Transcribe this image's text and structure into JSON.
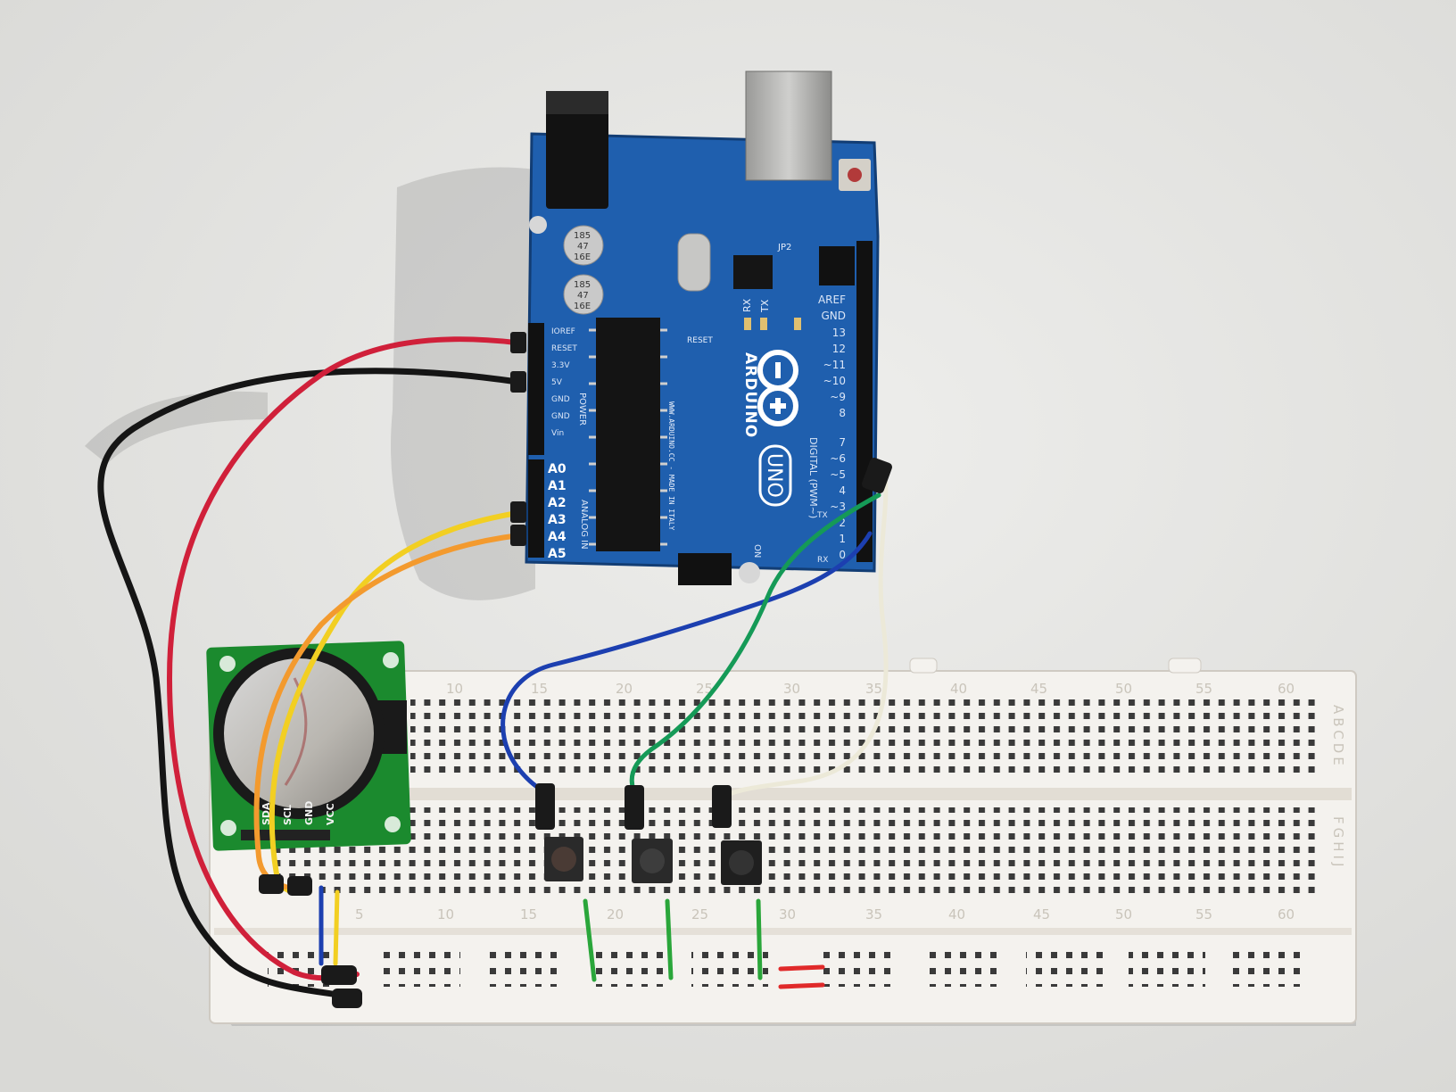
{
  "colors": {
    "background": "#e9e9e7",
    "arduino_board": "#1f5fae",
    "rtc_board": "#1b8a2e",
    "breadboard": "#f4f2ee",
    "wire_red": "#d0203a",
    "wire_black": "#151515",
    "wire_yellow": "#f2cf22",
    "wire_orange": "#f39a2e",
    "wire_blue": "#1c3fb0",
    "wire_green": "#159a57",
    "wire_white": "#ece9d8",
    "jumper_green": "#2aa63a",
    "jumper_red": "#e02a2a"
  },
  "arduino": {
    "logo": "ARDUINO",
    "model": "UNO",
    "url_text": "WWW.ARDUINO.CC - MADE IN ITALY",
    "capacitor_1": [
      "185",
      "47",
      "16E"
    ],
    "capacitor_2": [
      "185",
      "47",
      "16E"
    ],
    "power_pins": [
      "IOREF",
      "RESET",
      "3.3V",
      "5V",
      "GND",
      "GND",
      "Vin"
    ],
    "power_title": "POWER",
    "analog_pins": [
      "A0",
      "A1",
      "A2",
      "A3",
      "A4",
      "A5"
    ],
    "analog_title": "ANALOG IN",
    "digital_pins": [
      "AREF",
      "GND",
      "13",
      "12",
      "~11",
      "~10",
      "~9",
      "8",
      "7",
      "~6",
      "~5",
      "4",
      "~3",
      "2",
      "1",
      "0"
    ],
    "digital_title": "DIGITAL (PWM~)",
    "label_jp2": "JP2",
    "label_rx": "RX",
    "label_tx": "TX",
    "label_reset": "RESET",
    "label_on": "ON",
    "label_tx_arrow": "TX",
    "label_rx_arrow": "RX"
  },
  "rtc_module": {
    "pin_labels": [
      "SDA",
      "SCL",
      "GND",
      "VCC"
    ]
  },
  "breadboard": {
    "top_numbers": [
      "10",
      "15",
      "20",
      "25",
      "30",
      "35",
      "40",
      "45",
      "50",
      "55",
      "60"
    ],
    "bottom_numbers": [
      "5",
      "10",
      "15",
      "20",
      "25",
      "30",
      "35",
      "40",
      "45",
      "50",
      "55",
      "60"
    ],
    "row_letters_top": "ABCDE",
    "row_letters_bottom": "FGHIJ"
  }
}
